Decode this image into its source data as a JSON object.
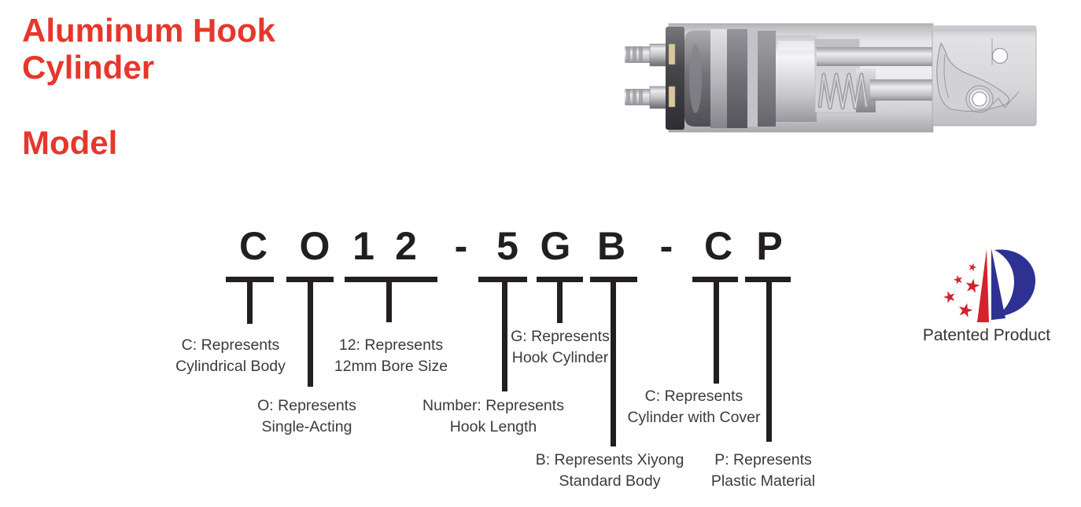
{
  "header": {
    "title_line1": "Aluminum Hook",
    "title_line2": "Cylinder",
    "section_title": "Model",
    "accent_color": "#e6372c"
  },
  "product_image": {
    "name": "aluminum-hook-cylinder-cutaway-render"
  },
  "model_code": {
    "full": "CO12-5GB-CP",
    "chars": [
      "C",
      "O",
      "1",
      "2",
      "-",
      "5",
      "G",
      "B",
      "-",
      "C",
      "P"
    ]
  },
  "diagram": {
    "line_color": "#231f20",
    "text_color": "#3e3a39",
    "segments": [
      {
        "code": "C",
        "line1": "C: Represents",
        "line2": "Cylindrical Body"
      },
      {
        "code": "O",
        "line1": "O: Represents",
        "line2": "Single-Acting"
      },
      {
        "code": "12",
        "line1": "12: Represents",
        "line2": "12mm Bore Size"
      },
      {
        "code": "5",
        "line1": "Number: Represents",
        "line2": "Hook Length"
      },
      {
        "code": "G",
        "line1": "G: Represents",
        "line2": "Hook Cylinder"
      },
      {
        "code": "B",
        "line1": "B: Represents Xiyong",
        "line2": "Standard Body"
      },
      {
        "code": "C",
        "line1": "C: Represents",
        "line2": "Cylinder with Cover"
      },
      {
        "code": "P",
        "line1": "P: Represents",
        "line2": "Plastic Material"
      }
    ]
  },
  "patent": {
    "label": "Patented Product",
    "logo_icon": "china-patent-p-logo",
    "logo_red": "#d2232e",
    "logo_blue": "#2e3192"
  }
}
